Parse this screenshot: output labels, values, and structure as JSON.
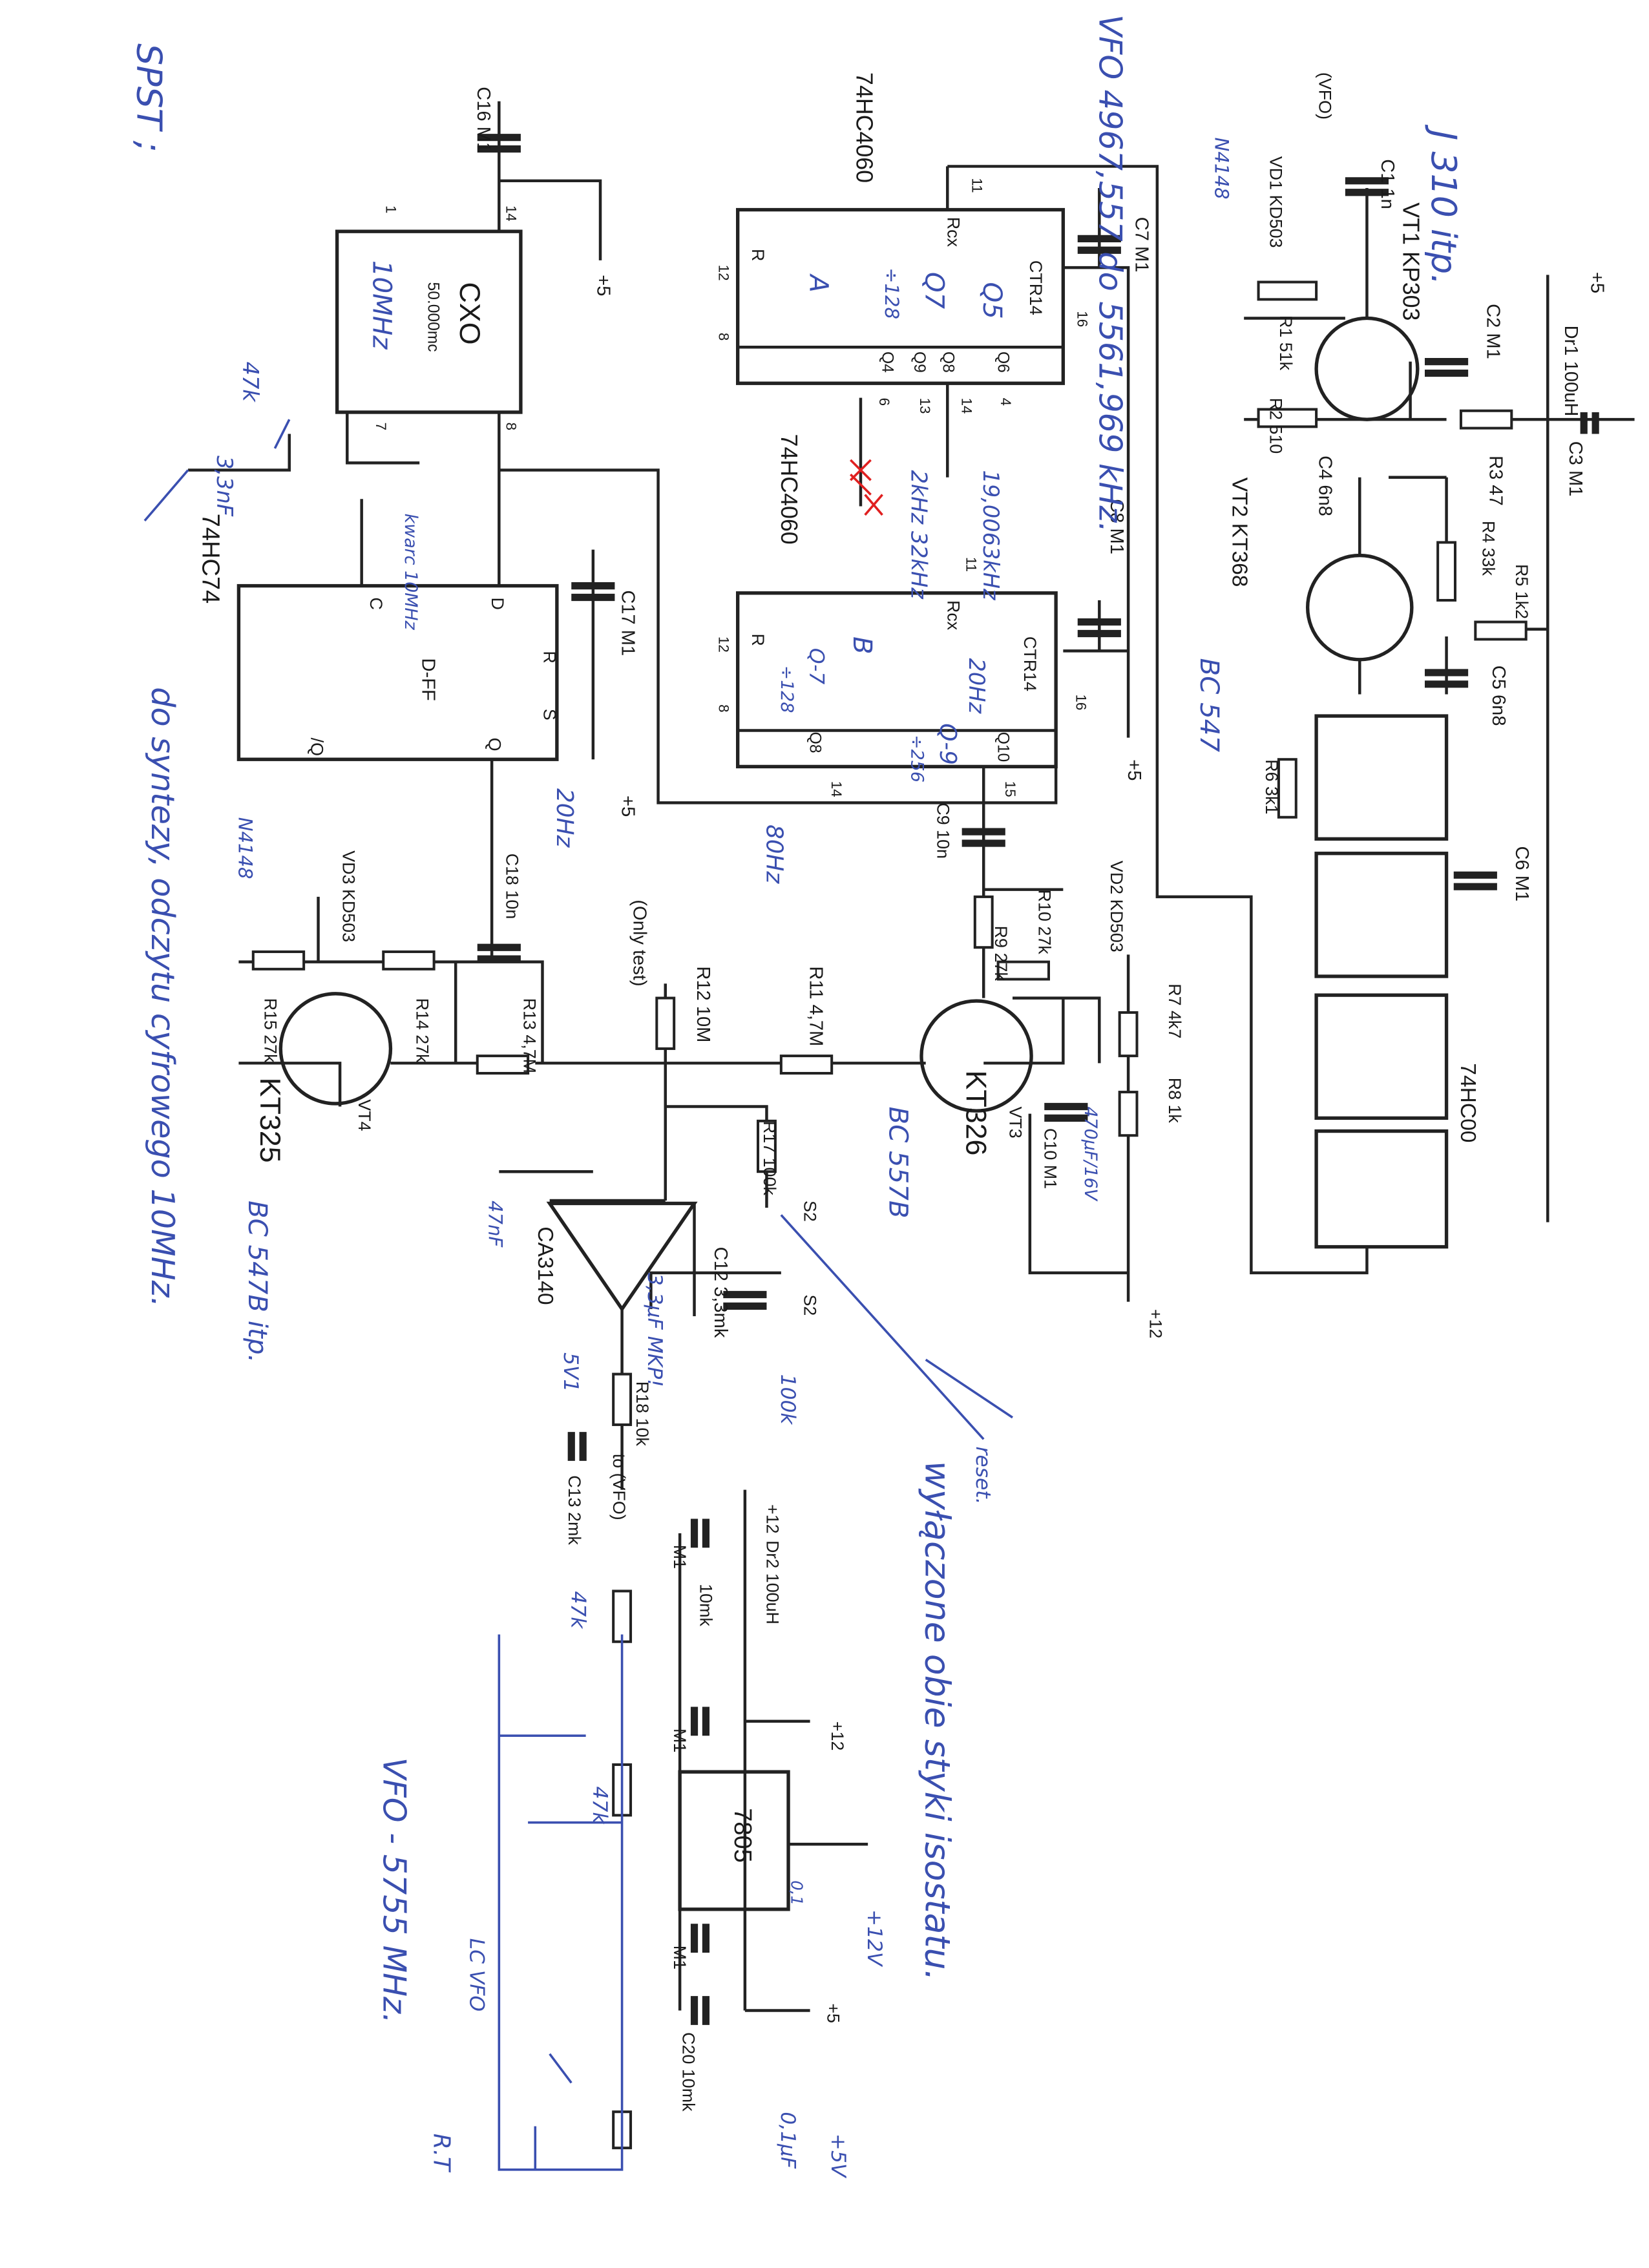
{
  "printed": {
    "plus5_a": "+5",
    "dr1": "Dr1 100uH",
    "c3": "C3 M1",
    "r3": "R3 47",
    "c2": "C2 M1",
    "vt1": "VT1 KP303",
    "c1": "C1 1n",
    "vfo_in": "(VFO)",
    "vd1": "VD1 KD503",
    "r1": "R1 51k",
    "r2": "R2 510",
    "c4": "C4 6n8",
    "vt2": "VT2 KT368",
    "r4": "R4 33k",
    "r5": "R5 1k2",
    "c5": "C5 6n8",
    "r6": "R6 3k1",
    "c6": "C6 M1",
    "hc00": "74HC00",
    "hc4060_a": "74HC4060",
    "hc4060_b": "74HC4060",
    "ctr14_a": "CTR14",
    "ctr14_b": "CTR14",
    "rcx_a": "Rcx",
    "rcx_b": "Rcx",
    "r_a": "R",
    "r_b": "R",
    "q6_a": "Q6",
    "q8_a": "Q8",
    "q9_a": "Q9",
    "q4_a": "Q4",
    "q10_b": "Q10",
    "q8_b": "Q8",
    "pin11_a": "11",
    "pin16_a": "16",
    "pin12_a": "12",
    "pin8_a": "8",
    "pin4_a": "4",
    "pin14_a": "14",
    "pin13_a": "13",
    "pin6_a": "6",
    "pin11_b": "11",
    "pin16_b": "16",
    "pin12_b": "12",
    "pin8_b": "8",
    "pin15_b": "15",
    "pin14_b": "14",
    "c7": "C7 M1",
    "c8": "C8 M1",
    "plus5_b": "+5",
    "c9": "C9 10n",
    "r9": "R9 27k",
    "r10": "R10 27k",
    "vd2": "VD2 KD503",
    "r7": "R7 4k7",
    "r8": "R8 1k",
    "vt3": "VT3",
    "kt326": "KT326",
    "c10": "C10 M1",
    "r11": "R11 4,7M",
    "r12": "R12 10M",
    "only_test": "(Only test)",
    "r17": "R17 100k",
    "s2_a": "S2",
    "s2_b": "S2",
    "c12": "C12 3,3mk",
    "ca3140": "CA3140",
    "r18": "R18 10k",
    "c13": "C13 2mk",
    "to_vfo": "to (VFO)",
    "plus12_a": "+12",
    "plus12_b": "+12",
    "plus12_c": "+12",
    "plus5_c": "+5",
    "plus5_d": "+5",
    "plus5_e": "+5",
    "dr2": "Dr2 100uH",
    "m1_a": "M1",
    "m1_b": "M1",
    "m1_c": "M1",
    "c10mk": "10mk",
    "u7805": "7805",
    "c20": "C20 10mk",
    "cxo": "CXO",
    "cxo_freq": "50.000mc",
    "c16": "C16 M1",
    "pin1": "1",
    "pin14": "14",
    "pin7": "7",
    "pin8": "8",
    "hc74": "74HC74",
    "dff": "D-FF",
    "d": "D",
    "c": "C",
    "r": "R",
    "s": "S",
    "q": "Q",
    "nq": "/Q",
    "c17": "C17 M1",
    "c18": "C18 10n",
    "vd3": "VD3 KD503",
    "r13": "R13 4,7M",
    "r14": "R14 27k",
    "r15": "R15 27k",
    "vt4": "VT4",
    "kt325": "KT325"
  },
  "handwritten": {
    "vfo_range": "VFO 4967,557 do 5561,969 kHz.",
    "j310": "J 310 itp.",
    "n4148_a": "N4148",
    "n4148_b": "N4148",
    "bc547": "BC 547",
    "bc557b": "BC 557B",
    "bc547b": "BC 547B itp.",
    "cxo_10mhz": "10MHz",
    "div_a": "A",
    "q5": "Q5",
    "q7_a": "Q7",
    "div128_a": "÷128",
    "div_b": "B",
    "q7_b": "Q-7",
    "div128_b": "÷128",
    "q9_b": "Q-9",
    "div256": "÷256",
    "f_19": "19,0063kHz",
    "f_2": "2kHz 32kHz",
    "f_20hz": "20Hz",
    "f_80hz": "80Hz",
    "f_20hz_b": "20Hz",
    "kvarc": "kwarc 10MHz",
    "r47k": "47k",
    "c33": "3,3nF",
    "c47n": "47nF",
    "c33u": "3,3µF MKP!",
    "z5v1": "5V1",
    "r100k": "100k",
    "cap470": "470µF/16V",
    "reset": "reset.",
    "note_switch": "wyłączone obie styki isostatu.",
    "plus12v": "+12V",
    "c01": "0,1",
    "plus5v": "+5V",
    "c01b": "0,1µF",
    "r47k_b": "47k",
    "r47k_c": "47k",
    "lc_vfo": "LC VFO",
    "vfo_5755": "VFO - 5755 MHz.",
    "rt": "R.T",
    "spst": "SPST ;",
    "left_note": "do syntezy, odczytu cyfrowego 10MHz."
  },
  "colors": {
    "ink": "#3a4fb0",
    "print": "#1a1a1a",
    "red_mark": "#e02020"
  }
}
